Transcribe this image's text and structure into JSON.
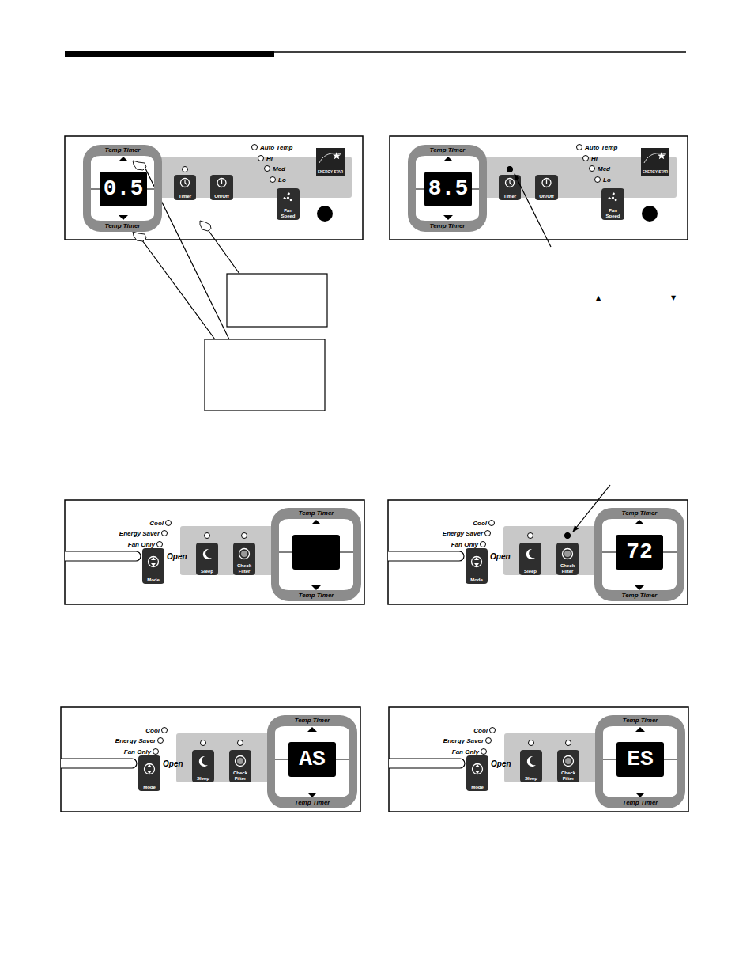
{
  "diagram": {
    "nodes": [
      {
        "text": [
          "Temp Timer",
          "Temp Timer"
        ]
      },
      {
        "text": [
          "0.5"
        ],
        "in": 0
      },
      {
        "text": [
          "Timer"
        ]
      },
      {
        "text": [
          "On/Off"
        ]
      },
      {
        "text": [
          "Fan Speed"
        ]
      },
      {
        "text": [
          "Temp Timer",
          "Temp Timer"
        ]
      },
      {
        "text": [
          "8.5"
        ],
        "in": 5
      },
      {
        "text": [
          "Timer"
        ]
      },
      {
        "text": [
          "On/Off"
        ]
      },
      {
        "text": [
          "Fan Speed"
        ]
      },
      {
        "text": [
          "Mode"
        ]
      },
      {
        "text": [
          "Sleep"
        ]
      },
      {
        "text": [
          "Check Filter"
        ]
      },
      {
        "text": [
          "Temp Timer",
          "Temp Timer"
        ]
      },
      {
        "text": [
          "Mode"
        ]
      },
      {
        "text": [
          "Sleep"
        ]
      },
      {
        "text": [
          "Check Filter"
        ]
      },
      {
        "text": [
          "Temp Timer",
          "Temp Timer"
        ]
      },
      {
        "text": [
          "72"
        ],
        "in": 17
      },
      {
        "text": [
          "Mode"
        ]
      },
      {
        "text": [
          "Sleep"
        ]
      },
      {
        "text": [
          "Check Filter"
        ]
      },
      {
        "text": [
          "Temp Timer",
          "Temp Timer"
        ]
      },
      {
        "text": [
          "AS"
        ],
        "in": 22
      },
      {
        "text": [
          "Mode"
        ]
      },
      {
        "text": [
          "Sleep"
        ]
      },
      {
        "text": [
          "Check Filter"
        ]
      },
      {
        "text": [
          "Temp Timer",
          "Temp Timer"
        ]
      },
      {
        "text": [
          "ES"
        ],
        "in": 27
      }
    ],
    "labels": [
      "Auto Temp",
      "Hi",
      "Med",
      "Lo",
      "ENERGY STAR",
      "Auto Temp",
      "Hi",
      "Med",
      "Lo",
      "ENERGY STAR",
      "▲",
      "▼",
      "Cool",
      "Energy Saver",
      "Fan Only",
      "Open",
      "Cool",
      "Energy Saver",
      "Fan Only",
      "Open",
      "Cool",
      "Energy Saver",
      "Fan Only",
      "Open",
      "Cool",
      "Energy Saver",
      "Fan Only",
      "Open"
    ]
  }
}
